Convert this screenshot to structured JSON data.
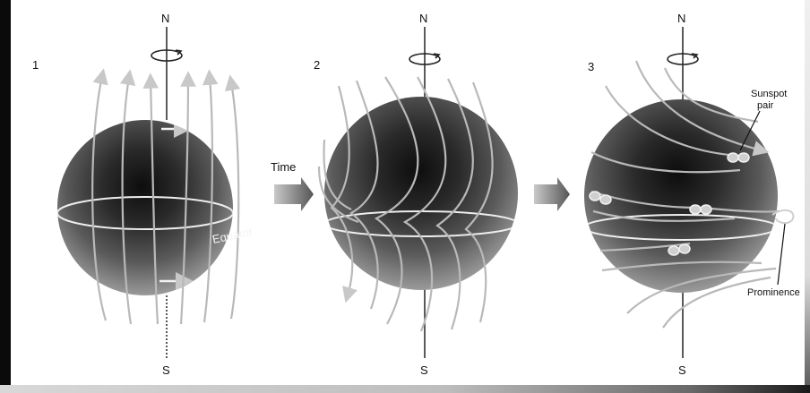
{
  "panels": [
    {
      "number": "1",
      "north": "N",
      "south": "S",
      "equator_label": "Equator"
    },
    {
      "number": "2",
      "north": "N",
      "south": "S"
    },
    {
      "number": "3",
      "north": "N",
      "south": "S"
    }
  ],
  "arrows": {
    "time_label": "Time"
  },
  "annotations": {
    "sunspot_pair": [
      "Sunspot",
      "pair"
    ],
    "prominence": "Prominence"
  },
  "colors": {
    "field_line": "#b9b9b9",
    "sphere_dark": "#141414",
    "sphere_light": "#9a9a9a",
    "axis": "#222222"
  }
}
